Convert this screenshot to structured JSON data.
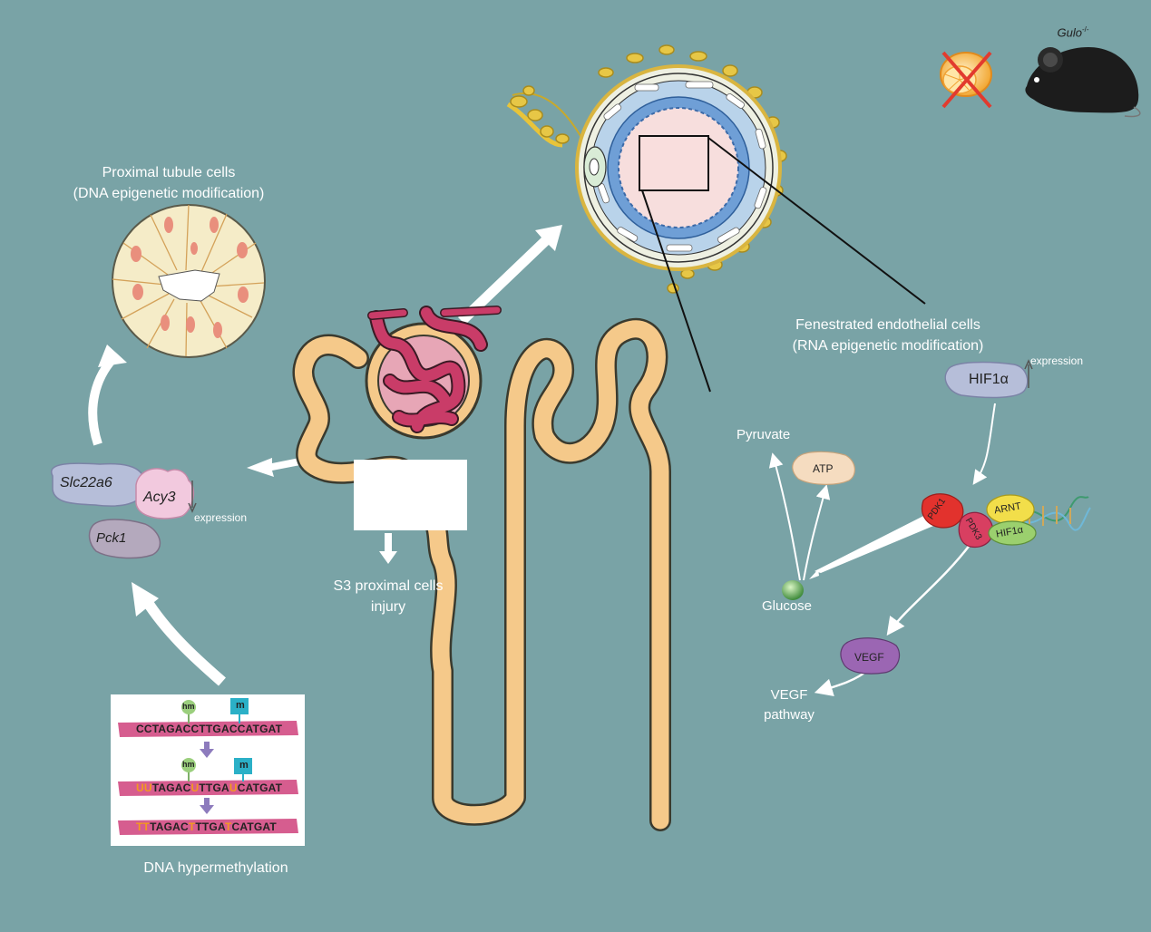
{
  "figure": {
    "mouse_label": "Gulo",
    "mouse_label_sup": "-/-",
    "proximal_title": "Proximal tubule cells",
    "proximal_subtitle": "(DNA epigenetic modification)",
    "endothelial_title": "Fenestrated endothelial cells",
    "endothelial_subtitle": "(RNA epigenetic modification)",
    "s3_injury_line1": "S3 proximal cells",
    "s3_injury_line2": "injury",
    "dna_hypermethylation": "DNA hypermethylation"
  },
  "genes": {
    "slc22a6": "Slc22a6",
    "acy3": "Acy3",
    "pck1": "Pck1",
    "expression_down": "expression",
    "hif1a": "HIF1α",
    "expression_up": "expression"
  },
  "pathway": {
    "pyruvate": "Pyruvate",
    "atp": "ATP",
    "glucose": "Glucose",
    "pdk1": "PDK1",
    "pdk3": "PDK3",
    "arnt": "ARNT",
    "hif1a_small": "HIF1α",
    "vegf": "VEGF",
    "vegf_pathway_line1": "VEGF",
    "vegf_pathway_line2": "pathway"
  },
  "methylation_box": {
    "hm_label": "hm",
    "m_label": "m",
    "seq1": "CCTAGACCTTGACCATGAT",
    "seq2_a": "UU",
    "seq2_b": "TAGAC",
    "seq2_c": "U",
    "seq2_d": "TTGA",
    "seq2_e": "U",
    "seq2_f": "CATGAT",
    "seq3_a": "TT",
    "seq3_b": "TAGAC",
    "seq3_c": "T",
    "seq3_d": "TTGA",
    "seq3_e": "T",
    "seq3_f": "CATGAT"
  },
  "colors": {
    "background": "#79a3a6",
    "tubule": "#f5c98a",
    "glomerulus": "#c93c68",
    "highlight": "#f39a1e",
    "strand": "#d65d8f"
  },
  "icons": {
    "orange": "orange-slice-crossed-icon",
    "mouse": "mouse-silhouette-icon"
  }
}
